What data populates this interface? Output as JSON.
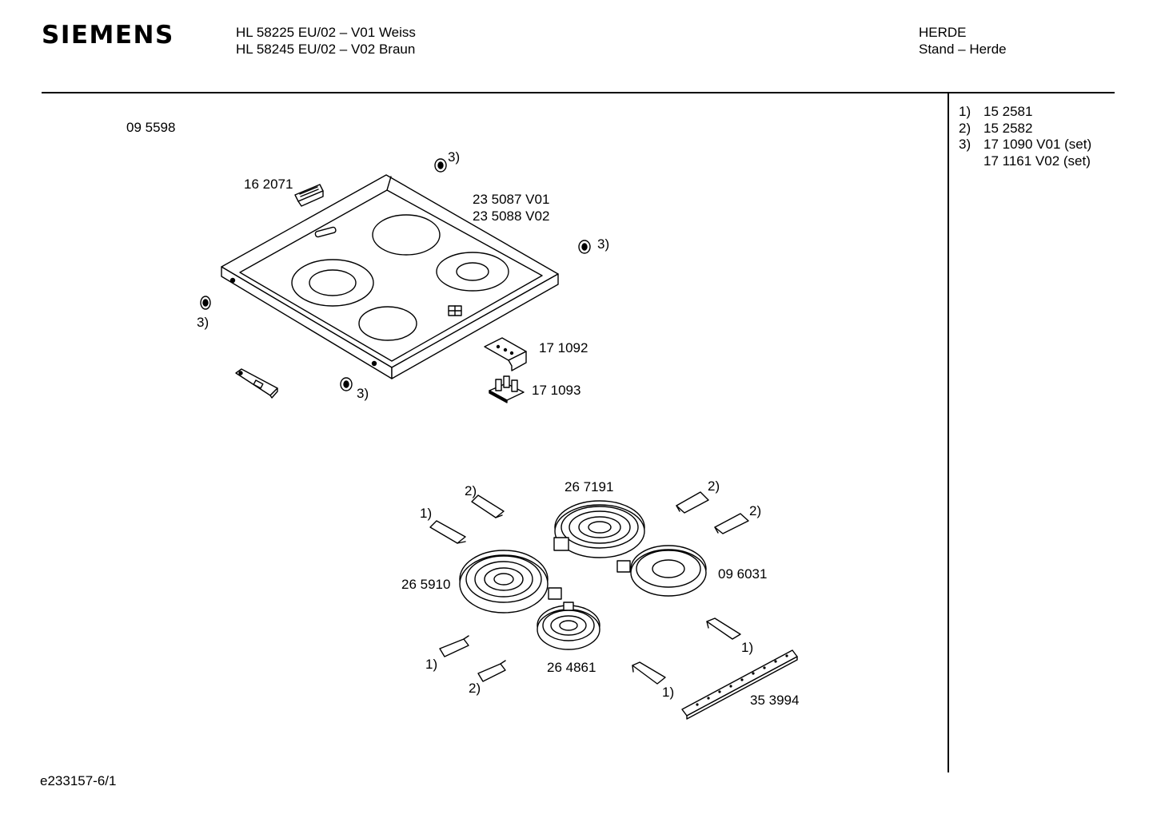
{
  "header": {
    "brand": "SIEMENS",
    "model_line_1": "HL 58225 EU/02 – V01 Weiss",
    "model_line_2": "HL 58245 EU/02 – V02 Braun",
    "category_1": "HERDE",
    "category_2": "Stand – Herde"
  },
  "legend": [
    {
      "num": "1)",
      "text": "15 2581"
    },
    {
      "num": "2)",
      "text": "15 2582"
    },
    {
      "num": "3)",
      "text": "17 1090 V01 (set)"
    },
    {
      "num": "",
      "text": "17 1161 V02 (set)"
    }
  ],
  "labels": {
    "frame": "09 5598",
    "bracket_top": "16 2071",
    "glass_v01": "23 5087 V01",
    "glass_v02": "23 5088 V02",
    "plate_171092": "17 1092",
    "block_171093": "17 1093",
    "ref3_a": "3)",
    "ref3_b": "3)",
    "ref3_c": "3)",
    "ref3_d": "3)",
    "heater_top": "26 7191",
    "heater_left": "26 5910",
    "heater_right": "09 6031",
    "heater_bottom": "26 4861",
    "rail": "35 3994",
    "clip_2_a": "2)",
    "clip_2_b": "2)",
    "clip_2_c": "2)",
    "clip_2_d": "2)",
    "clip_1_a": "1)",
    "clip_1_b": "1)",
    "clip_1_c": "1)",
    "clip_1_d": "1)"
  },
  "footer": {
    "doc_id": "e233157-6/1"
  }
}
